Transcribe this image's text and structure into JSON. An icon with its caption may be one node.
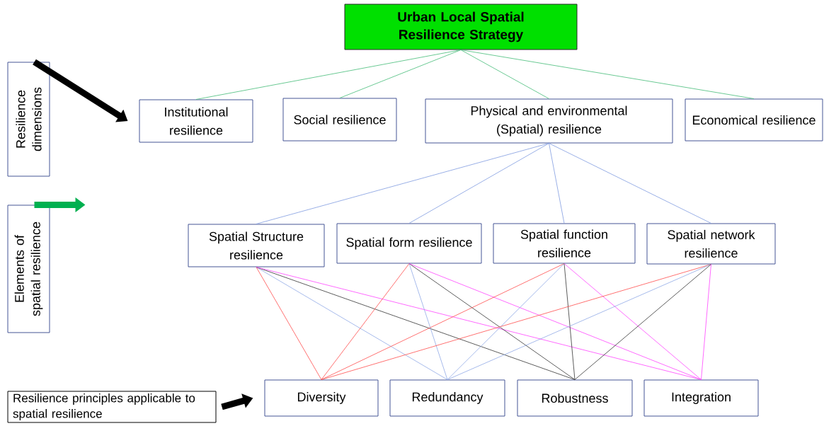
{
  "diagram": {
    "nodes": [
      {
        "text": [
          "Urban Local Spatial Resilience Strategy"
        ]
      },
      {
        "text": [
          "Resilience dimensions"
        ]
      },
      {
        "text": [
          "Institutional resilience"
        ]
      },
      {
        "text": [
          "Social resilience"
        ]
      },
      {
        "text": [
          "Physical and environmental (Spatial) resilience"
        ]
      },
      {
        "text": [
          "Economical resilience"
        ]
      },
      {
        "text": [
          "Elements of spatial resilience"
        ]
      },
      {
        "text": [
          "Spatial Structure resilience"
        ]
      },
      {
        "text": [
          "Spatial form resilience"
        ]
      },
      {
        "text": [
          "Spatial function resilience"
        ]
      },
      {
        "text": [
          "Spatial network resilience"
        ]
      },
      {
        "text": [
          "Resilience principles applicable to spatial resilience"
        ]
      },
      {
        "text": [
          "Diversity"
        ]
      },
      {
        "text": [
          "Redundancy"
        ]
      },
      {
        "text": [
          "Robustness"
        ]
      },
      {
        "text": [
          "Integration"
        ]
      }
    ],
    "edges": [
      {
        "from": 0,
        "to": 2,
        "arrow": "none",
        "color": "#44bb77"
      },
      {
        "from": 0,
        "to": 3,
        "arrow": "none",
        "color": "#44bb77"
      },
      {
        "from": 0,
        "to": 4,
        "arrow": "none",
        "color": "#44bb77"
      },
      {
        "from": 0,
        "to": 5,
        "arrow": "none",
        "color": "#44bb77"
      },
      {
        "from": 4,
        "to": 7,
        "arrow": "none",
        "color": "#7f9be0"
      },
      {
        "from": 4,
        "to": 8,
        "arrow": "none",
        "color": "#7f9be0"
      },
      {
        "from": 4,
        "to": 9,
        "arrow": "none",
        "color": "#7f9be0"
      },
      {
        "from": 4,
        "to": 10,
        "arrow": "none",
        "color": "#7f9be0"
      },
      {
        "from": 7,
        "to": 12,
        "arrow": "none",
        "color": "#ff4d4d"
      },
      {
        "from": 7,
        "to": 13,
        "arrow": "none",
        "color": "#8fa8e6"
      },
      {
        "from": 7,
        "to": 14,
        "arrow": "none",
        "color": "#333333"
      },
      {
        "from": 7,
        "to": 15,
        "arrow": "none",
        "color": "#ff44ff"
      },
      {
        "from": 8,
        "to": 12,
        "arrow": "none",
        "color": "#ff4d4d"
      },
      {
        "from": 8,
        "to": 13,
        "arrow": "none",
        "color": "#8fa8e6"
      },
      {
        "from": 8,
        "to": 14,
        "arrow": "none",
        "color": "#333333"
      },
      {
        "from": 8,
        "to": 15,
        "arrow": "none",
        "color": "#ff44ff"
      },
      {
        "from": 9,
        "to": 12,
        "arrow": "none",
        "color": "#ff4d4d"
      },
      {
        "from": 9,
        "to": 13,
        "arrow": "none",
        "color": "#8fa8e6"
      },
      {
        "from": 9,
        "to": 14,
        "arrow": "none",
        "color": "#333333"
      },
      {
        "from": 9,
        "to": 15,
        "arrow": "none",
        "color": "#ff44ff"
      },
      {
        "from": 10,
        "to": 12,
        "arrow": "none",
        "color": "#ff4d4d"
      },
      {
        "from": 10,
        "to": 13,
        "arrow": "none",
        "color": "#8fa8e6"
      },
      {
        "from": 10,
        "to": 14,
        "arrow": "none",
        "color": "#333333"
      },
      {
        "from": 10,
        "to": 15,
        "arrow": "none",
        "color": "#ff44ff"
      },
      {
        "from": 1,
        "to": 2,
        "arrow": "to",
        "style": "thick",
        "color": "#000000"
      },
      {
        "from": 6,
        "to": null,
        "arrow": "to",
        "style": "thick",
        "color": "#00b050"
      },
      {
        "from": 11,
        "to": 12,
        "arrow": "to",
        "style": "thick",
        "color": "#000000"
      }
    ]
  }
}
